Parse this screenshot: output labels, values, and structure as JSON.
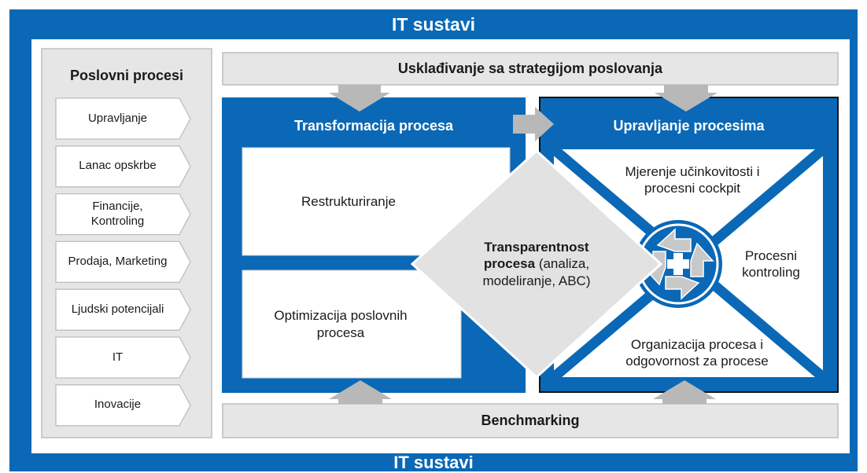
{
  "frame": {
    "top_label": "IT sustavi",
    "bottom_label": "IT sustavi"
  },
  "left_column": {
    "title": "Poslovni procesi",
    "items": [
      "Upravljanje",
      "Lanac opskrbe",
      "Financije,\nKontroling",
      "Prodaja, Marketing",
      "Ljudski potencijali",
      "IT",
      "Inovacije"
    ]
  },
  "top_bar": "Usklađivanje sa strategijom poslovanja",
  "bottom_bar": "Benchmarking",
  "transformation": {
    "title": "Transformacija procesa",
    "box1": "Restrukturiranje",
    "box2": "Optimizacija poslovnih\nprocesa"
  },
  "management": {
    "title": "Upravljanje procesima",
    "top": "Mjerenje učinkovitosti i\nprocesni cockpit",
    "right": "Procesni\nkontroling",
    "bottom": "Organizacija procesa i\nodgovornost za procese"
  },
  "center": {
    "bold": "Transparentnost\nprocesa",
    "rest": " (analiza,\nmodeliranje, ABC)"
  },
  "colors": {
    "blue": "#0a68b6",
    "gray": "#e6e6e6",
    "gray_border": "#bdbdbd",
    "arrow": "#b8b8b8",
    "diamond": "#e2e2e2"
  }
}
